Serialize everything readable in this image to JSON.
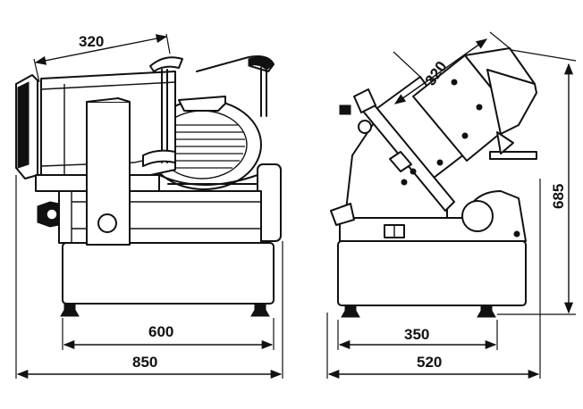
{
  "dimensions": {
    "front_blade_carriage": "320",
    "front_base_width": "600",
    "front_overall_width": "850",
    "side_carriage": "320",
    "side_base_width": "350",
    "side_overall_depth": "520",
    "overall_height": "685"
  }
}
